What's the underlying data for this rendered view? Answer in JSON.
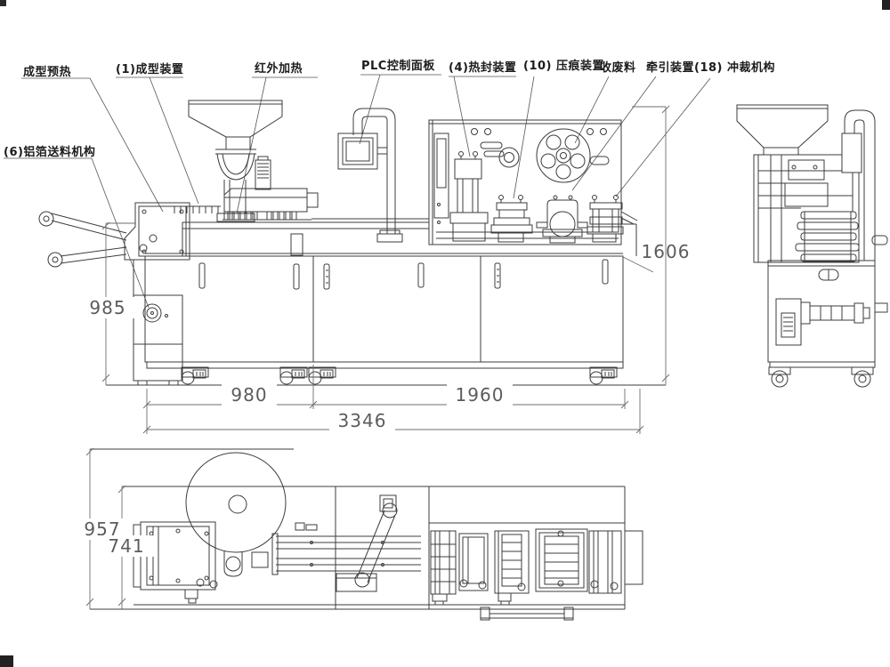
{
  "callouts": {
    "top": [
      "成型预热",
      "(1)成型装置",
      "红外加热",
      "PLC控制面板",
      "(4)热封装置",
      "(10) 压痕装置",
      "收废料",
      "牵引装置",
      "(18) 冲裁机构"
    ],
    "left": "(6)铝箔送料机构"
  },
  "dimensions": {
    "h985": "985",
    "h1606": "1606",
    "w980": "980",
    "w1960": "1960",
    "w3346": "3346",
    "d957": "957",
    "d741": "741"
  }
}
